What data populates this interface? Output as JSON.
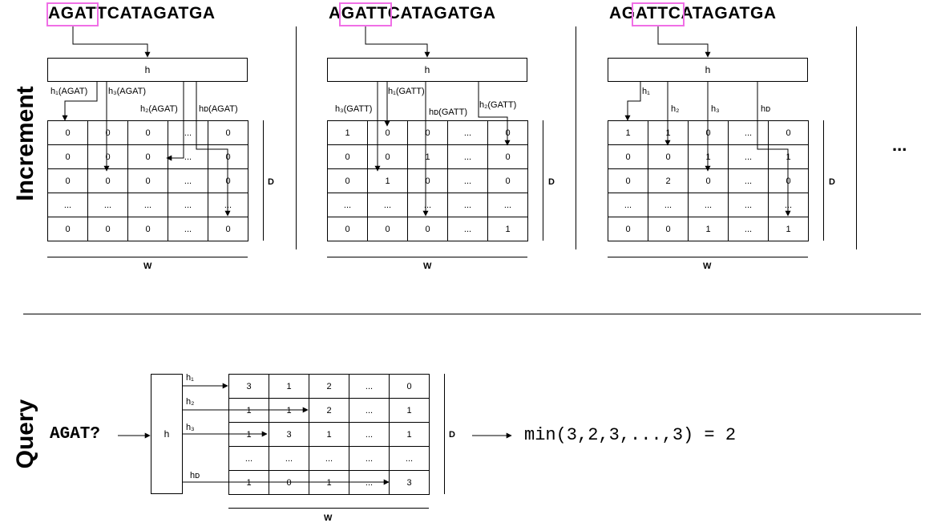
{
  "labels": {
    "increment": "Increment",
    "query": "Query",
    "hash": "h",
    "depth": "D",
    "width": "W",
    "ellipsis": "...",
    "query_seq": "AGAT?",
    "result": "min(3,2,3,...,3) = 2"
  },
  "panels": [
    {
      "sequence": "AGATTCATAGATGA",
      "arrow_labels": {
        "a": "h₁(AGAT)",
        "b": "h₃(AGAT)",
        "c": "h₂(AGAT)",
        "d": "hᴅ(AGAT)"
      },
      "rows": [
        [
          "0",
          "0",
          "0",
          "...",
          "0"
        ],
        [
          "0",
          "0",
          "0",
          "...",
          "0"
        ],
        [
          "0",
          "0",
          "0",
          "...",
          "0"
        ],
        [
          "...",
          "...",
          "...",
          "...",
          "..."
        ],
        [
          "0",
          "0",
          "0",
          "...",
          "0"
        ]
      ]
    },
    {
      "sequence": "AGATTCATAGATGA",
      "arrow_labels": {
        "a": "h₃(GATT)",
        "b": "h₁(GATT)",
        "c": "hᴅ(GATT)",
        "d": "h₂(GATT)"
      },
      "rows": [
        [
          "1",
          "0",
          "0",
          "...",
          "0"
        ],
        [
          "0",
          "0",
          "1",
          "...",
          "0"
        ],
        [
          "0",
          "1",
          "0",
          "...",
          "0"
        ],
        [
          "...",
          "...",
          "...",
          "...",
          "..."
        ],
        [
          "0",
          "0",
          "0",
          "...",
          "1"
        ]
      ]
    },
    {
      "sequence": "AGATTCATAGATGA",
      "arrow_labels": {
        "a": "h₁",
        "b": "h₂",
        "c": "h₃",
        "d": "hᴅ"
      },
      "rows": [
        [
          "1",
          "1",
          "0",
          "...",
          "0"
        ],
        [
          "0",
          "0",
          "1",
          "...",
          "1"
        ],
        [
          "0",
          "2",
          "0",
          "...",
          "0"
        ],
        [
          "...",
          "...",
          "...",
          "...",
          "..."
        ],
        [
          "0",
          "0",
          "1",
          "...",
          "1"
        ]
      ]
    }
  ],
  "query_panel": {
    "hash_labels": [
      "h₁",
      "h₂",
      "h₃",
      "hᴅ"
    ],
    "rows": [
      [
        "3",
        "1",
        "2",
        "...",
        "0"
      ],
      [
        "1",
        "1",
        "2",
        "...",
        "1"
      ],
      [
        "1",
        "3",
        "1",
        "...",
        "1"
      ],
      [
        "...",
        "...",
        "...",
        "...",
        "..."
      ],
      [
        "1",
        "0",
        "1",
        "...",
        "3"
      ]
    ]
  },
  "colors": {
    "highlight": "#f06fe6"
  }
}
